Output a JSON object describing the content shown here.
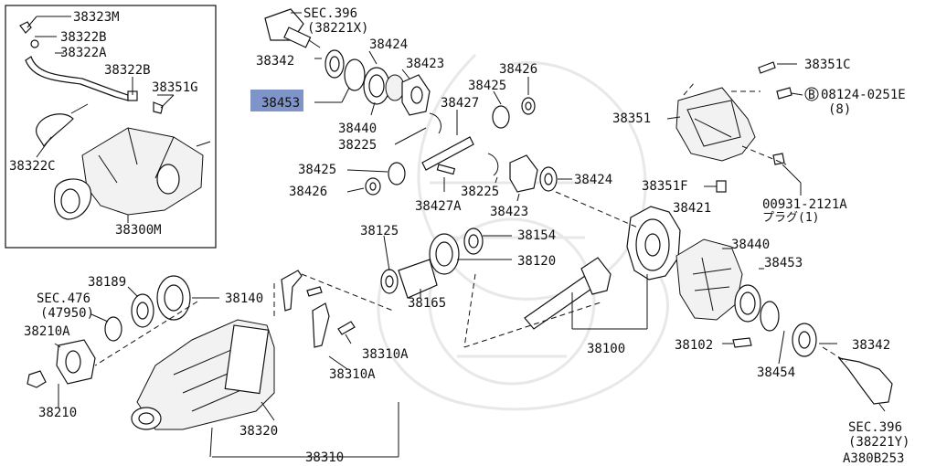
{
  "figure_code": "A380B253",
  "highlighted_part": "38453",
  "inset_labels": {
    "p38323M": "38323M",
    "p38322B_a": "38322B",
    "p38322A": "38322A",
    "p38322B_b": "38322B",
    "p38351G": "38351G",
    "p38322C": "38322C",
    "p38300M": "38300M"
  },
  "labels": {
    "sec396x_a": "SEC.396",
    "sec396x_b": "(38221X)",
    "p38424_top": "38424",
    "p38342_top": "38342",
    "p38423_top": "38423",
    "p38453_top": "38453",
    "p38440_top": "38440",
    "p38225_top": "38225",
    "p38426_top": "38426",
    "p38425_top": "38425",
    "p38427": "38427",
    "p38425_mid": "38425",
    "p38426_mid": "38426",
    "p38427A": "38427A",
    "p38225_mid": "38225",
    "p38423_mid": "38423",
    "p38424_mid": "38424",
    "p38351C": "38351C",
    "p08124_a": "08124-0251E",
    "p08124_b": "(8)",
    "p38351": "38351",
    "p38351F": "38351F",
    "p00931_a": "00931-2121A",
    "p00931_b": "プラグ(1)",
    "p38125": "38125",
    "p38154": "38154",
    "p38120": "38120",
    "p38165": "38165",
    "p38421": "38421",
    "p38440_bot": "38440",
    "p38453_bot": "38453",
    "p38189": "38189",
    "p38140": "38140",
    "sec476_a": "SEC.476",
    "sec476_b": "(47950)",
    "p38210A": "38210A",
    "p38210": "38210",
    "p38310A_a": "38310A",
    "p38310A_b": "38310A",
    "p38320": "38320",
    "p38310": "38310",
    "p38100": "38100",
    "p38102": "38102",
    "p38342_bot": "38342",
    "p38454": "38454",
    "sec396y_a": "SEC.396",
    "sec396y_b": "(38221Y)"
  }
}
